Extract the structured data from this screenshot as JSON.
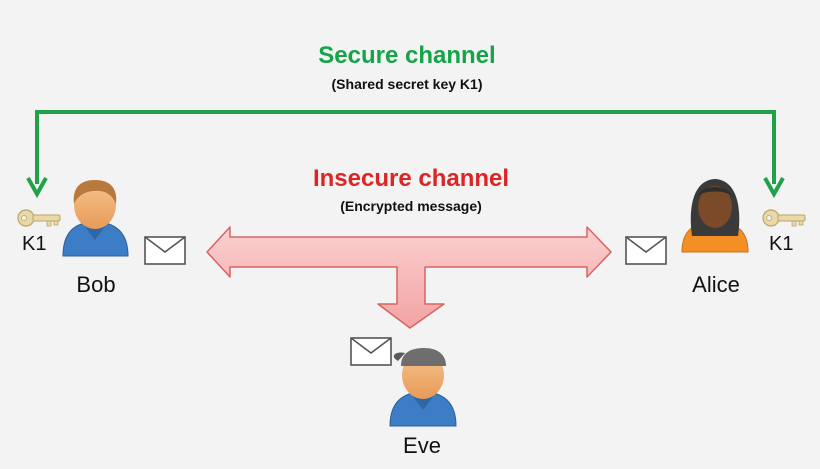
{
  "secure_channel": {
    "title": "Secure channel",
    "subtitle": "(Shared secret key K1)",
    "color": "#1fa64a"
  },
  "insecure_channel": {
    "title": "Insecure channel",
    "subtitle": "(Encrypted message)",
    "color": "#e02020",
    "arrow_fill": "#f6b8b8",
    "arrow_stroke": "#d66"
  },
  "parties": {
    "bob": {
      "name": "Bob",
      "key_label": "K1",
      "shirt_color": "#3b78c2",
      "skin_color": "#f0ad6e",
      "hair_color": "#b7773a"
    },
    "alice": {
      "name": "Alice",
      "key_label": "K1",
      "shirt_color": "#f08b1f",
      "skin_color": "#7a4a2a",
      "hair_color": "#333333"
    },
    "eve": {
      "name": "Eve"
    }
  },
  "icons": [
    "key-icon",
    "envelope-icon",
    "user-icon"
  ]
}
